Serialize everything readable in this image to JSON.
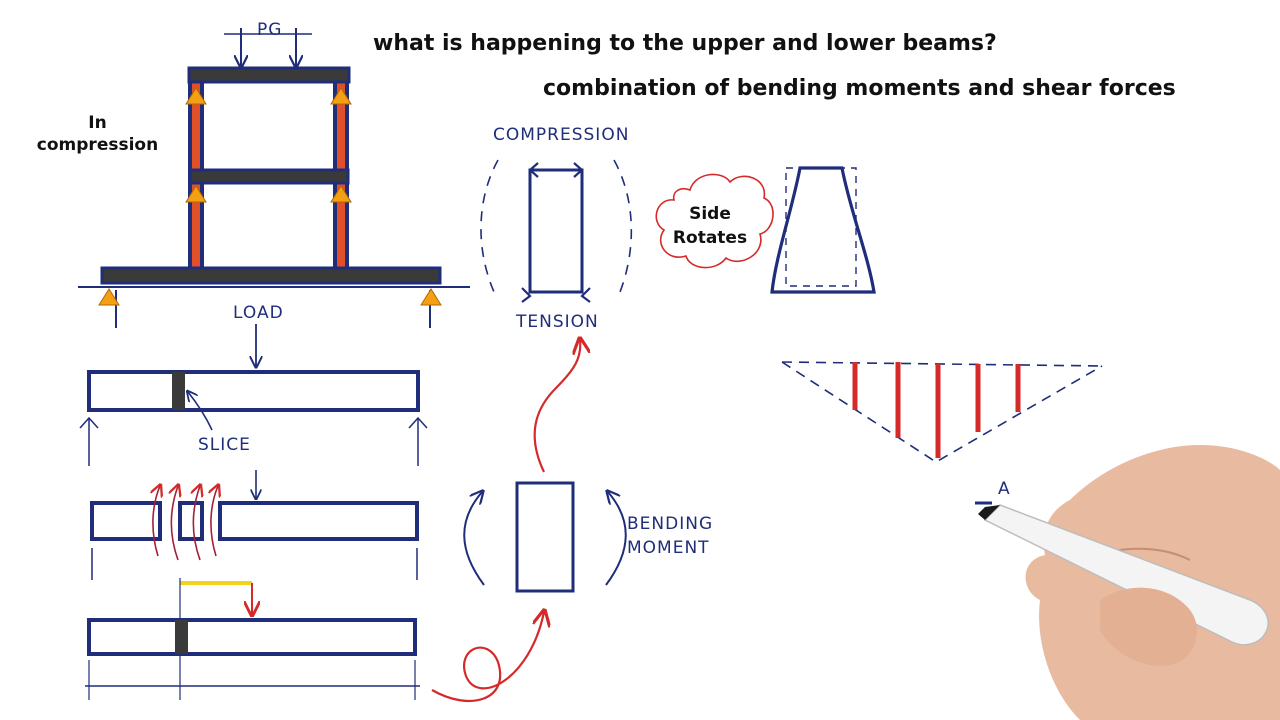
{
  "header": {
    "question": "what is happening to the upper and lower beams?",
    "answer": "combination of bending moments and shear forces"
  },
  "frame": {
    "load_label": "PG",
    "compression_note_line1": "In",
    "compression_note_line2": "compression"
  },
  "beams": {
    "load_label": "LOAD",
    "slice_label": "SLICE"
  },
  "element": {
    "top_label": "COMPRESSION",
    "bottom_label": "TENSION",
    "moment_label_line1": "BENDING",
    "moment_label_line2": "MOMENT"
  },
  "cloud": {
    "line1": "Side",
    "line2": "Rotates"
  },
  "diagram_mark": {
    "label": "A"
  },
  "colors": {
    "ink_blue": "#1f2d7a",
    "column_orange": "#e0512a",
    "support_orange": "#f5a013",
    "beam_dark": "#3a3a3a",
    "marker_red": "#d42a2a",
    "highlight_yellow": "#f2d21c"
  }
}
